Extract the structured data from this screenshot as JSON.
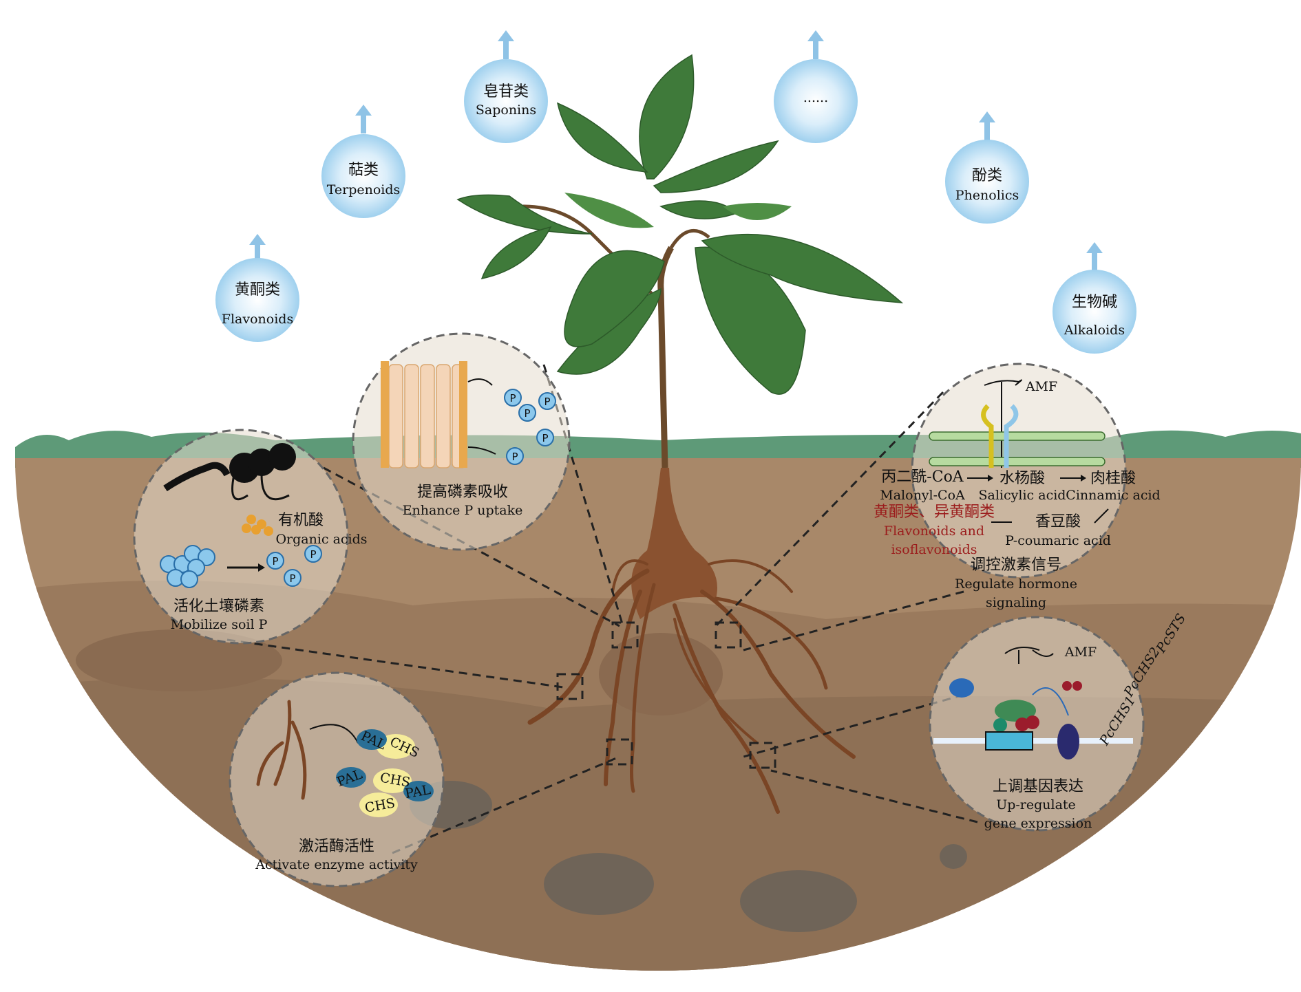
{
  "metabolites": [
    {
      "zh": "黄酮类",
      "en": "Flavonoids"
    },
    {
      "zh": "萜类",
      "en": "Terpenoids"
    },
    {
      "zh": "皂苷类",
      "en": "Saponins"
    },
    {
      "zh": "",
      "en": "......"
    },
    {
      "zh": "酚类",
      "en": "Phenolics"
    },
    {
      "zh": "生物碱",
      "en": "Alkaloids"
    }
  ],
  "mobilize": {
    "acids_zh": "有机酸",
    "acids_en": "Organic acids",
    "title_zh": "活化土壤磷素",
    "title_en": "Mobilize soil P",
    "p_label": "P"
  },
  "uptake": {
    "title_zh": "提高磷素吸收",
    "title_en": "Enhance P uptake",
    "p_label": "P"
  },
  "hormone": {
    "amf": "AMF",
    "malonyl_zh": "丙二酰-CoA",
    "malonyl_en": "Malonyl-CoA",
    "salicylic_zh": "水杨酸",
    "salicylic_en": "Salicylic acid",
    "cinnamic_zh": "肉桂酸",
    "cinnamic_en": "Cinnamic acid",
    "coumaric_zh": "香豆酸",
    "coumaric_en": "P-coumaric acid",
    "flav_zh": "黄酮类、异黄酮类",
    "flav_en1": "Flavonoids and",
    "flav_en2": "isoflavonoids",
    "title_zh": "调控激素信号",
    "title_en1": "Regulate hormone",
    "title_en2": "signaling"
  },
  "gene": {
    "amf": "AMF",
    "genes": [
      "PcCHS1",
      "PcCHS2",
      "PcSTS"
    ],
    "title_zh": "上调基因表达",
    "title_en1": "Up-regulate",
    "title_en2": "gene expression"
  },
  "enzyme": {
    "labels": [
      "PAL",
      "CHS",
      "PAL",
      "CHS",
      "CHS",
      "PAL"
    ],
    "title_zh": "激活酶活性",
    "title_en": "Activate enzyme activity"
  },
  "colors": {
    "soil": "#9c7a5c",
    "grass": "#5e9a78",
    "leaf": "#3f7a3a",
    "root": "#7a4525",
    "red_text": "#9b1c1c"
  }
}
